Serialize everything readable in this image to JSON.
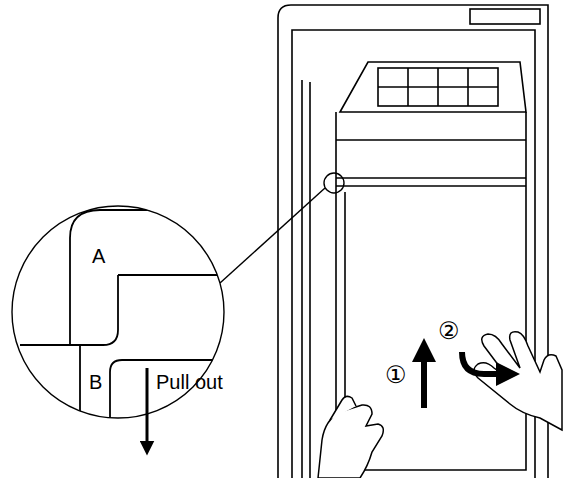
{
  "diagram": {
    "labels": [
      "A",
      "B",
      "Pull out",
      "①",
      "②"
    ]
  }
}
